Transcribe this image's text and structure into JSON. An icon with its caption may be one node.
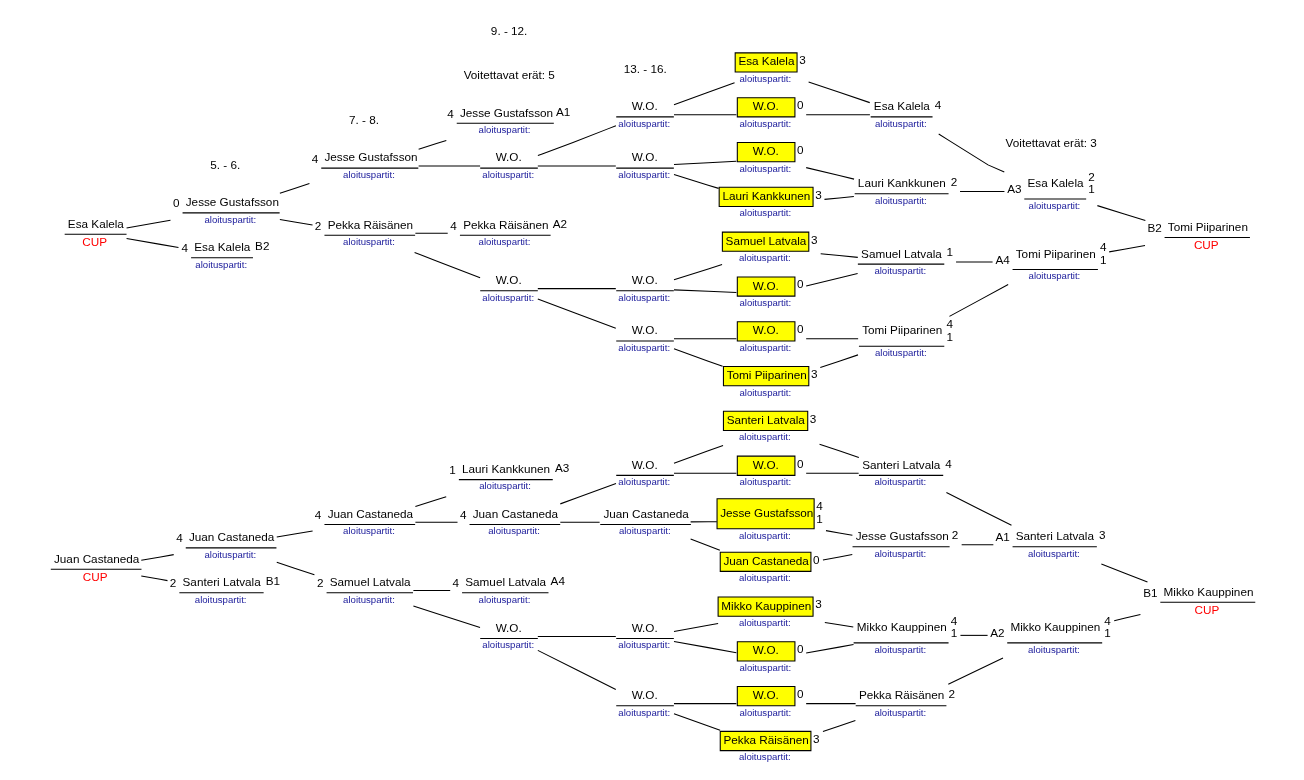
{
  "diagram": {
    "nodes": [
      {
        "text": [
          "Juan Castaneda",
          "CUP"
        ]
      },
      {
        "text": [
          "Esa Kalela",
          "CUP"
        ]
      },
      {
        "text": [
          "4",
          "Juan Castaneda",
          "aloituspartit:"
        ]
      },
      {
        "text": [
          "2",
          "Santeri Latvala",
          "B1",
          "aloituspartit:"
        ]
      },
      {
        "text": [
          "0",
          "Jesse Gustafsson",
          "aloituspartit:"
        ]
      },
      {
        "text": [
          "4",
          "Esa Kalela",
          "B2",
          "aloituspartit:"
        ]
      },
      {
        "text": [
          "4",
          "Juan Castaneda",
          "aloituspartit:"
        ]
      },
      {
        "text": [
          "2",
          "Samuel Latvala",
          "aloituspartit:"
        ]
      },
      {
        "text": [
          "4",
          "Jesse Gustafsson",
          "aloituspartit:"
        ]
      },
      {
        "text": [
          "2",
          "Pekka Räisänen",
          "aloituspartit:"
        ]
      },
      {
        "text": [
          "1",
          "Lauri Kankkunen",
          "A3",
          "aloituspartit:"
        ]
      },
      {
        "text": [
          "4",
          "Juan Castaneda",
          "aloituspartit:"
        ]
      },
      {
        "text": [
          "4",
          "Samuel Latvala",
          "A4",
          "aloituspartit:"
        ]
      },
      {
        "text": [
          "W.O.",
          "aloituspartit:"
        ]
      },
      {
        "text": [
          "4",
          "Jesse Gustafsson",
          "A1",
          "aloituspartit:"
        ]
      },
      {
        "text": [
          "W.O.",
          "aloituspartit:"
        ]
      },
      {
        "text": [
          "4",
          "Pekka Räisänen",
          "A2",
          "aloituspartit:"
        ]
      },
      {
        "text": [
          "W.O.",
          "aloituspartit:"
        ]
      },
      {
        "text": [
          "W.O.",
          "aloituspartit:"
        ]
      },
      {
        "text": [
          "Juan Castaneda",
          "aloituspartit:"
        ]
      },
      {
        "text": [
          "W.O.",
          "aloituspartit:"
        ]
      },
      {
        "text": [
          "W.O.",
          "aloituspartit:"
        ]
      },
      {
        "text": [
          "W.O.",
          "aloituspartit:"
        ]
      },
      {
        "text": [
          "W.O.",
          "aloituspartit:"
        ]
      },
      {
        "text": [
          "W.O.",
          "aloituspartit:"
        ]
      },
      {
        "text": [
          "W.O.",
          "aloituspartit:"
        ]
      },
      {
        "text": [
          "Santeri Latvala",
          "3",
          "aloituspartit:"
        ]
      },
      {
        "text": [
          "W.O.",
          "0",
          "aloituspartit:"
        ]
      },
      {
        "text": [
          "Jesse Gustafsson",
          "4",
          "1",
          "aloituspartit:"
        ]
      },
      {
        "text": [
          "Juan Castaneda",
          "0",
          "aloituspartit:"
        ]
      },
      {
        "text": [
          "Mikko Kauppinen",
          "3",
          "aloituspartit:"
        ]
      },
      {
        "text": [
          "W.O.",
          "0",
          "aloituspartit:"
        ]
      },
      {
        "text": [
          "W.O.",
          "0",
          "aloituspartit:"
        ]
      },
      {
        "text": [
          "Pekka Räisänen",
          "3",
          "aloituspartit:"
        ]
      },
      {
        "text": [
          "Esa Kalela",
          "3",
          "aloituspartit:"
        ]
      },
      {
        "text": [
          "W.O.",
          "0",
          "aloituspartit:"
        ]
      },
      {
        "text": [
          "W.O.",
          "0",
          "aloituspartit:"
        ]
      },
      {
        "text": [
          "Lauri Kankkunen",
          "3",
          "aloituspartit:"
        ]
      },
      {
        "text": [
          "Samuel Latvala",
          "3",
          "aloituspartit:"
        ]
      },
      {
        "text": [
          "W.O.",
          "0",
          "aloituspartit:"
        ]
      },
      {
        "text": [
          "W.O.",
          "0",
          "aloituspartit:"
        ]
      },
      {
        "text": [
          "Tomi Piiparinen",
          "3",
          "aloituspartit:"
        ]
      },
      {
        "text": [
          "Santeri Latvala",
          "4",
          "aloituspartit:"
        ]
      },
      {
        "text": [
          "Jesse Gustafsson",
          "2",
          "aloituspartit:"
        ]
      },
      {
        "text": [
          "Mikko Kauppinen",
          "4",
          "1",
          "aloituspartit:"
        ]
      },
      {
        "text": [
          "Pekka Räisänen",
          "2",
          "aloituspartit:"
        ]
      },
      {
        "text": [
          "Esa Kalela",
          "4",
          "aloituspartit:"
        ]
      },
      {
        "text": [
          "Lauri Kankkunen",
          "2",
          "aloituspartit:"
        ]
      },
      {
        "text": [
          "Samuel Latvala",
          "1",
          "aloituspartit:"
        ]
      },
      {
        "text": [
          "Tomi Piiparinen",
          "4",
          "1",
          "aloituspartit:"
        ]
      },
      {
        "text": [
          "A1",
          "Santeri Latvala",
          "3",
          "aloituspartit:"
        ]
      },
      {
        "text": [
          "A2",
          "Mikko Kauppinen",
          "4",
          "1",
          "aloituspartit:"
        ]
      },
      {
        "text": [
          "A3",
          "Esa Kalela",
          "2",
          "1",
          "aloituspartit:"
        ]
      },
      {
        "text": [
          "A4",
          "Tomi Piiparinen",
          "4",
          "1",
          "aloituspartit:"
        ]
      },
      {
        "text": [
          "B1",
          "Mikko Kauppinen",
          "CUP"
        ]
      },
      {
        "text": [
          "B2",
          "Tomi Piiparinen",
          "CUP"
        ]
      }
    ],
    "edges": [
      {
        "from": 0,
        "to": 2,
        "arrow": "none"
      },
      {
        "from": 0,
        "to": 3,
        "arrow": "none"
      },
      {
        "from": 1,
        "to": 4,
        "arrow": "none"
      },
      {
        "from": 1,
        "to": 5,
        "arrow": "none"
      },
      {
        "from": 2,
        "to": 6,
        "arrow": "none"
      },
      {
        "from": 2,
        "to": 7,
        "arrow": "none"
      },
      {
        "from": 4,
        "to": 8,
        "arrow": "none"
      },
      {
        "from": 4,
        "to": 9,
        "arrow": "none"
      },
      {
        "from": 6,
        "to": 10,
        "arrow": "none"
      },
      {
        "from": 6,
        "to": 11,
        "arrow": "none"
      },
      {
        "from": 7,
        "to": 12,
        "arrow": "none"
      },
      {
        "from": 7,
        "to": 13,
        "arrow": "none"
      },
      {
        "from": 8,
        "to": 14,
        "arrow": "none"
      },
      {
        "from": 8,
        "to": 15,
        "arrow": "none"
      },
      {
        "from": 9,
        "to": 16,
        "arrow": "none"
      },
      {
        "from": 9,
        "to": 17,
        "arrow": "none"
      },
      {
        "from": 11,
        "to": 18,
        "arrow": "none"
      },
      {
        "from": 11,
        "to": 19,
        "arrow": "none"
      },
      {
        "from": 13,
        "to": 20,
        "arrow": "none"
      },
      {
        "from": 13,
        "to": 21,
        "arrow": "none"
      },
      {
        "from": 15,
        "to": 22,
        "arrow": "none"
      },
      {
        "from": 15,
        "to": 23,
        "arrow": "none"
      },
      {
        "from": 17,
        "to": 24,
        "arrow": "none"
      },
      {
        "from": 17,
        "to": 25,
        "arrow": "none"
      },
      {
        "from": 18,
        "to": 26,
        "arrow": "none"
      },
      {
        "from": 18,
        "to": 27,
        "arrow": "none"
      },
      {
        "from": 19,
        "to": 28,
        "arrow": "none"
      },
      {
        "from": 19,
        "to": 29,
        "arrow": "none"
      },
      {
        "from": 20,
        "to": 30,
        "arrow": "none"
      },
      {
        "from": 20,
        "to": 31,
        "arrow": "none"
      },
      {
        "from": 21,
        "to": 32,
        "arrow": "none"
      },
      {
        "from": 21,
        "to": 33,
        "arrow": "none"
      },
      {
        "from": 22,
        "to": 34,
        "arrow": "none"
      },
      {
        "from": 22,
        "to": 35,
        "arrow": "none"
      },
      {
        "from": 23,
        "to": 36,
        "arrow": "none"
      },
      {
        "from": 23,
        "to": 37,
        "arrow": "none"
      },
      {
        "from": 24,
        "to": 38,
        "arrow": "none"
      },
      {
        "from": 24,
        "to": 39,
        "arrow": "none"
      },
      {
        "from": 25,
        "to": 40,
        "arrow": "none"
      },
      {
        "from": 25,
        "to": 41,
        "arrow": "none"
      },
      {
        "from": 26,
        "to": 42,
        "arrow": "none"
      },
      {
        "from": 27,
        "to": 42,
        "arrow": "none"
      },
      {
        "from": 28,
        "to": 43,
        "arrow": "none"
      },
      {
        "from": 29,
        "to": 43,
        "arrow": "none"
      },
      {
        "from": 30,
        "to": 44,
        "arrow": "none"
      },
      {
        "from": 31,
        "to": 44,
        "arrow": "none"
      },
      {
        "from": 32,
        "to": 45,
        "arrow": "none"
      },
      {
        "from": 33,
        "to": 45,
        "arrow": "none"
      },
      {
        "from": 34,
        "to": 46,
        "arrow": "none"
      },
      {
        "from": 35,
        "to": 46,
        "arrow": "none"
      },
      {
        "from": 36,
        "to": 47,
        "arrow": "none"
      },
      {
        "from": 37,
        "to": 47,
        "arrow": "none"
      },
      {
        "from": 38,
        "to": 48,
        "arrow": "none"
      },
      {
        "from": 39,
        "to": 48,
        "arrow": "none"
      },
      {
        "from": 40,
        "to": 49,
        "arrow": "none"
      },
      {
        "from": 41,
        "to": 49,
        "arrow": "none"
      },
      {
        "from": 42,
        "to": 50,
        "arrow": "none"
      },
      {
        "from": 43,
        "to": 50,
        "arrow": "none"
      },
      {
        "from": 44,
        "to": 51,
        "arrow": "none"
      },
      {
        "from": 45,
        "to": 51,
        "arrow": "none"
      },
      {
        "from": 46,
        "to": 52,
        "arrow": "none"
      },
      {
        "from": 47,
        "to": 52,
        "arrow": "none"
      },
      {
        "from": 48,
        "to": 53,
        "arrow": "none"
      },
      {
        "from": 49,
        "to": 53,
        "arrow": "none"
      },
      {
        "from": 50,
        "to": 54,
        "arrow": "none"
      },
      {
        "from": 51,
        "to": 54,
        "arrow": "none"
      },
      {
        "from": 52,
        "to": 55,
        "arrow": "none"
      },
      {
        "from": 53,
        "to": 55,
        "arrow": "none"
      }
    ],
    "labels": [
      "Voitettavat erät: 5",
      "Voitettavat erät: 3",
      "5. - 6.",
      "7. - 8.",
      "9. - 12.",
      "13. - 16."
    ]
  }
}
